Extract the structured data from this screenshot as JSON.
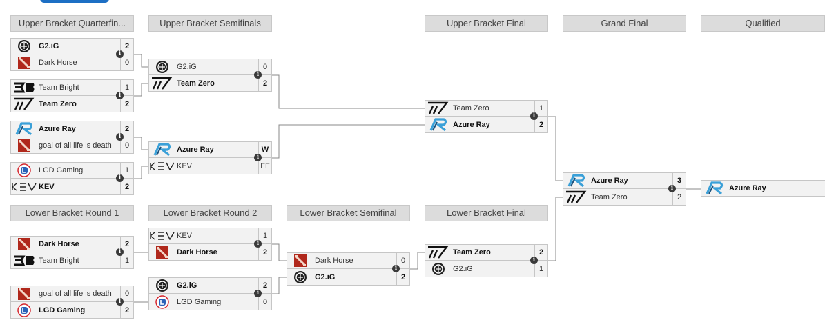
{
  "headers": {
    "ubqf": "Upper Bracket Quarterfin...",
    "ubsf": "Upper Bracket Semifinals",
    "ubf": "Upper Bracket Final",
    "gf": "Grand Final",
    "qualified": "Qualified",
    "lbr1": "Lower Bracket Round 1",
    "lbr2": "Lower Bracket Round 2",
    "lbsf": "Lower Bracket Semifinal",
    "lbf": "Lower Bracket Final"
  },
  "info_icon_glyph": "i",
  "matches": {
    "ubqf1": {
      "t1": {
        "name": "G2.iG",
        "score": "2",
        "logo": "g2ig-logo"
      },
      "t2": {
        "name": "Dark Horse",
        "score": "0",
        "logo": "dota-logo"
      }
    },
    "ubqf2": {
      "t1": {
        "name": "Team Bright",
        "score": "1",
        "logo": "team-bright-logo"
      },
      "t2": {
        "name": "Team Zero",
        "score": "2",
        "logo": "team-zero-logo"
      }
    },
    "ubqf3": {
      "t1": {
        "name": "Azure Ray",
        "score": "2",
        "logo": "azure-ray-logo"
      },
      "t2": {
        "name": "goal of all life is death",
        "score": "0",
        "logo": "dota-logo"
      }
    },
    "ubqf4": {
      "t1": {
        "name": "LGD Gaming",
        "score": "1",
        "logo": "lgd-logo"
      },
      "t2": {
        "name": "KEV",
        "score": "2",
        "logo": "kev-logo"
      }
    },
    "ubsf1": {
      "t1": {
        "name": "G2.iG",
        "score": "0",
        "logo": "g2ig-logo"
      },
      "t2": {
        "name": "Team Zero",
        "score": "2",
        "logo": "team-zero-logo"
      }
    },
    "ubsf2": {
      "t1": {
        "name": "Azure Ray",
        "score": "W",
        "logo": "azure-ray-logo"
      },
      "t2": {
        "name": "KEV",
        "score": "FF",
        "logo": "kev-logo"
      }
    },
    "ubf": {
      "t1": {
        "name": "Team Zero",
        "score": "1",
        "logo": "team-zero-logo"
      },
      "t2": {
        "name": "Azure Ray",
        "score": "2",
        "logo": "azure-ray-logo"
      }
    },
    "gf": {
      "t1": {
        "name": "Azure Ray",
        "score": "3",
        "logo": "azure-ray-logo"
      },
      "t2": {
        "name": "Team Zero",
        "score": "2",
        "logo": "team-zero-logo"
      }
    },
    "lbr1a": {
      "t1": {
        "name": "Dark Horse",
        "score": "2",
        "logo": "dota-logo"
      },
      "t2": {
        "name": "Team Bright",
        "score": "1",
        "logo": "team-bright-logo"
      }
    },
    "lbr1b": {
      "t1": {
        "name": "goal of all life is death",
        "score": "0",
        "logo": "dota-logo"
      },
      "t2": {
        "name": "LGD Gaming",
        "score": "2",
        "logo": "lgd-logo"
      }
    },
    "lbr2a": {
      "t1": {
        "name": "KEV",
        "score": "1",
        "logo": "kev-logo"
      },
      "t2": {
        "name": "Dark Horse",
        "score": "2",
        "logo": "dota-logo"
      }
    },
    "lbr2b": {
      "t1": {
        "name": "G2.iG",
        "score": "2",
        "logo": "g2ig-logo"
      },
      "t2": {
        "name": "LGD Gaming",
        "score": "0",
        "logo": "lgd-logo"
      }
    },
    "lbsf": {
      "t1": {
        "name": "Dark Horse",
        "score": "0",
        "logo": "dota-logo"
      },
      "t2": {
        "name": "G2.iG",
        "score": "2",
        "logo": "g2ig-logo"
      }
    },
    "lbf": {
      "t1": {
        "name": "Team Zero",
        "score": "2",
        "logo": "team-zero-logo"
      },
      "t2": {
        "name": "G2.iG",
        "score": "1",
        "logo": "g2ig-logo"
      }
    }
  },
  "qualified": {
    "name": "Azure Ray",
    "logo": "azure-ray-logo"
  },
  "colors": {
    "header_bg": "#dcdcdc",
    "cell_bg": "#f2f2f2",
    "line": "#888888",
    "accent": "#1d6fc4"
  }
}
